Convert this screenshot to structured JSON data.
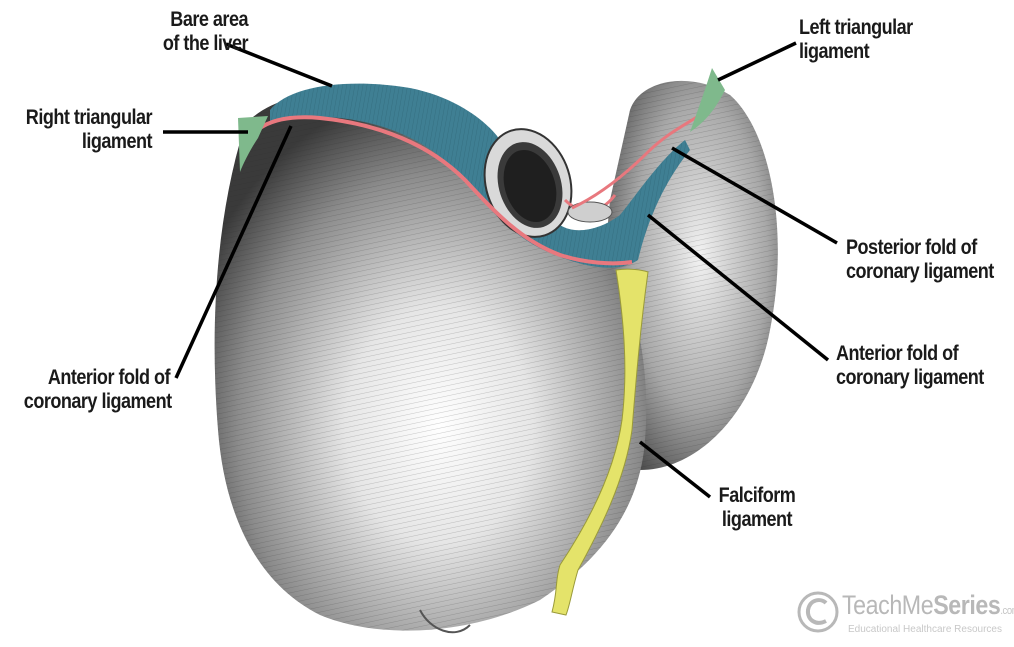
{
  "labels": {
    "bare_area": [
      "Bare area",
      "of the liver"
    ],
    "left_triangular": [
      "Left triangular",
      "ligament"
    ],
    "right_triangular": [
      "Right triangular",
      "ligament"
    ],
    "posterior_fold": [
      "Posterior fold of",
      "coronary ligament"
    ],
    "anterior_fold_right": [
      "Anterior fold of",
      "coronary ligament"
    ],
    "anterior_fold_left": [
      "Anterior fold of",
      "coronary ligament"
    ],
    "falciform": [
      "Falciform",
      "ligament"
    ]
  },
  "brand": {
    "name_light": "TeachMe",
    "name_bold": "Series",
    "domain": ".com",
    "tagline": "Educational Healthcare Resources"
  },
  "colors": {
    "bare_area": "#3f7f93",
    "coronary_ligament": "#e8787e",
    "triangular_ligament": "#7fb98c",
    "falciform_ligament": "#e4e36a",
    "liver": "#c9c9c9"
  }
}
